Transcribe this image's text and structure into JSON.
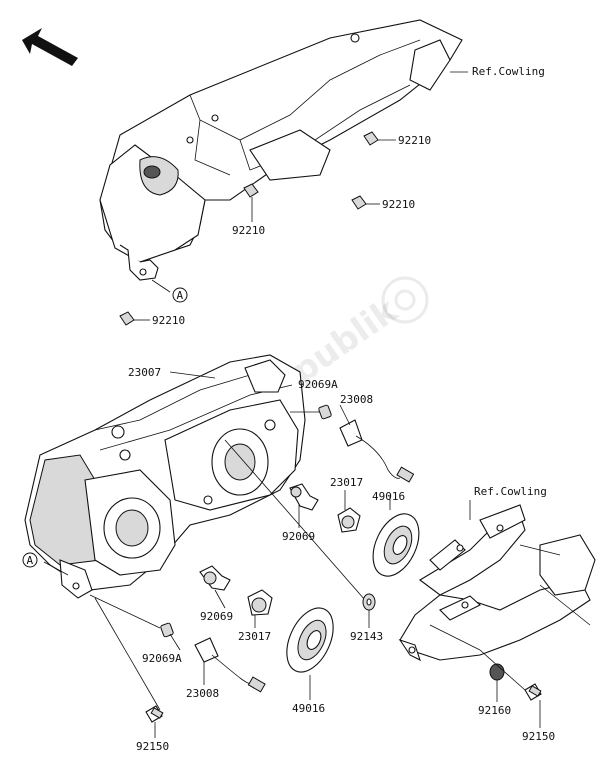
{
  "watermark": "PartsRepublik",
  "labels": {
    "ref_cowling_top": "Ref.Cowling",
    "ref_cowling_right": "Ref.Cowling",
    "p92210_a": "92210",
    "p92210_b": "92210",
    "p92210_c": "92210",
    "p92210_d": "92210",
    "p23007": "23007",
    "p92069A_top": "92069A",
    "p23008_top": "23008",
    "p23017_top": "23017",
    "p49016_top": "49016",
    "p92069_top": "92069",
    "p92069_bottom": "92069",
    "p23017_bottom": "23017",
    "p92143": "92143",
    "p92069A_bottom": "92069A",
    "p23008_bottom": "23008",
    "p49016_bottom": "49016",
    "p92160": "92160",
    "p92150_left": "92150",
    "p92150_right": "92150",
    "callout_a_top": "A",
    "callout_a_left": "A"
  }
}
